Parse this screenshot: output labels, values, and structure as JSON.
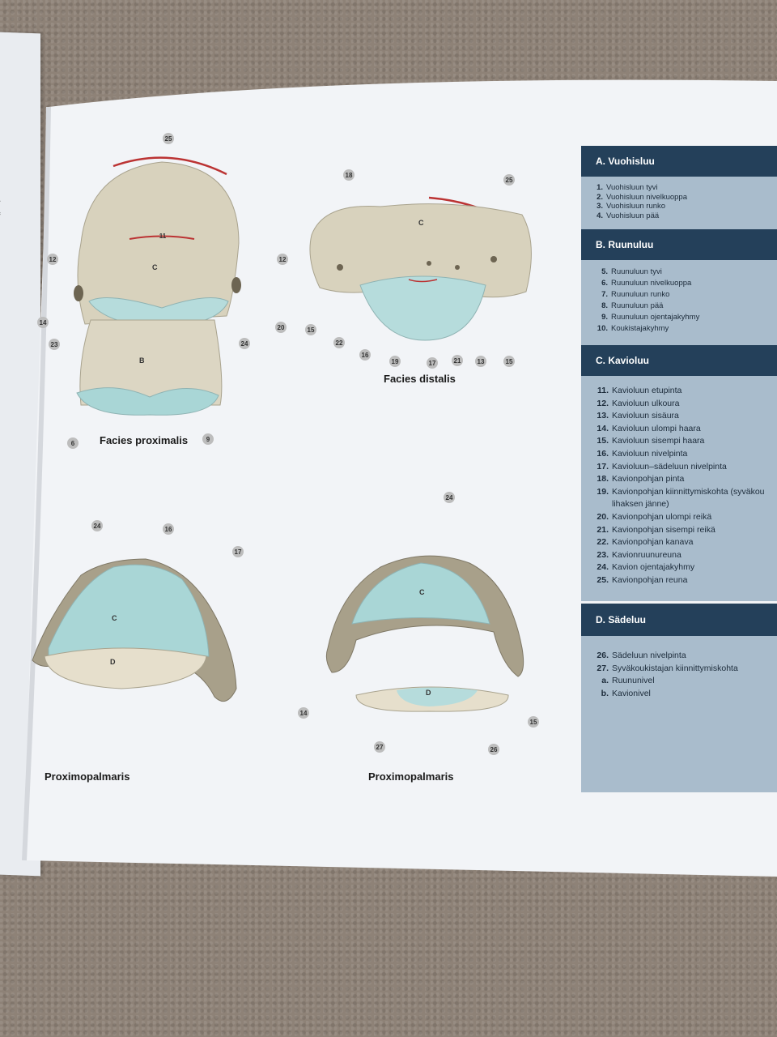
{
  "sections": [
    {
      "heading": "A. Vuohisluu",
      "items": [
        {
          "n": "1.",
          "t": "Vuohisluun tyvi"
        },
        {
          "n": "2.",
          "t": "Vuohisluun nivelkuoppa"
        },
        {
          "n": "3.",
          "t": "Vuohisluun runko"
        },
        {
          "n": "4.",
          "t": "Vuohisluun pää"
        }
      ]
    },
    {
      "heading": "B. Ruunuluu",
      "items": [
        {
          "n": "5.",
          "t": "Ruunuluun tyvi"
        },
        {
          "n": "6.",
          "t": "Ruunuluun nivelkuoppa"
        },
        {
          "n": "7.",
          "t": "Ruunuluun runko"
        },
        {
          "n": "8.",
          "t": "Ruunuluun pää"
        },
        {
          "n": "9.",
          "t": "Ruunuluun ojentajakyhmy"
        },
        {
          "n": "10.",
          "t": "Koukistajakyhmy"
        }
      ]
    },
    {
      "heading": "C. Kavioluu",
      "items": [
        {
          "n": "11.",
          "t": "Kavioluun etupinta"
        },
        {
          "n": "12.",
          "t": "Kavioluun ulkoura"
        },
        {
          "n": "13.",
          "t": "Kavioluun sisäura"
        },
        {
          "n": "14.",
          "t": "Kavioluun ulompi haara"
        },
        {
          "n": "15.",
          "t": "Kavioluun sisempi haara"
        },
        {
          "n": "16.",
          "t": "Kavioluun nivelpinta"
        },
        {
          "n": "17.",
          "t": "Kavioluun–sädeluun nivelpinta"
        },
        {
          "n": "18.",
          "t": "Kavionpohjan pinta"
        },
        {
          "n": "19.",
          "t": "Kavionpohjan kiinnittymiskohta (syväkou"
        },
        {
          "n": "",
          "t": "lihaksen jänne)"
        },
        {
          "n": "20.",
          "t": "Kavionpohjan ulompi reikä"
        },
        {
          "n": "21.",
          "t": "Kavionpohjan sisempi reikä"
        },
        {
          "n": "22.",
          "t": "Kavionpohjan kanava"
        },
        {
          "n": "23.",
          "t": "Kavionruunureuna"
        },
        {
          "n": "24.",
          "t": "Kavion ojentajakyhmy"
        },
        {
          "n": "25.",
          "t": "Kavionpohjan reuna"
        }
      ]
    },
    {
      "heading": "D. Sädeluu",
      "items": [
        {
          "n": "26.",
          "t": "Sädeluun nivelpinta"
        },
        {
          "n": "27.",
          "t": "Syväkoukistajan kiinnittymiskohta"
        },
        {
          "n": "a.",
          "t": "Ruununivel"
        },
        {
          "n": "b.",
          "t": "Kavionivel"
        }
      ]
    }
  ],
  "captions": {
    "proximalis": "Facies proximalis",
    "distalis": "Facies distalis",
    "palmaris_left": "Proximopalmaris",
    "palmaris_right": "Proximopalmaris"
  },
  "left_page_snippet": "proximalis",
  "labels": {
    "fig1": [
      "25",
      "11",
      "12",
      "12",
      "14",
      "23",
      "24",
      "20",
      "6",
      "9"
    ],
    "fig1_letters": [
      "C",
      "B"
    ],
    "fig2": [
      "18",
      "25",
      "15",
      "22",
      "16",
      "19",
      "17",
      "21",
      "13",
      "15"
    ],
    "fig2_letters": [
      "C"
    ],
    "fig3": [
      "24",
      "16",
      "17"
    ],
    "fig3_letters": [
      "C",
      "D"
    ],
    "fig4": [
      "24",
      "14",
      "15",
      "27",
      "26"
    ],
    "fig4_letters": [
      "C",
      "D"
    ]
  },
  "colors": {
    "header": "#24405a",
    "panel": "#a9bccc",
    "bone": "#d8d2bd",
    "cartilage": "#a9d6d6",
    "carpet": "#8e8277",
    "paper": "#f2f4f7"
  }
}
